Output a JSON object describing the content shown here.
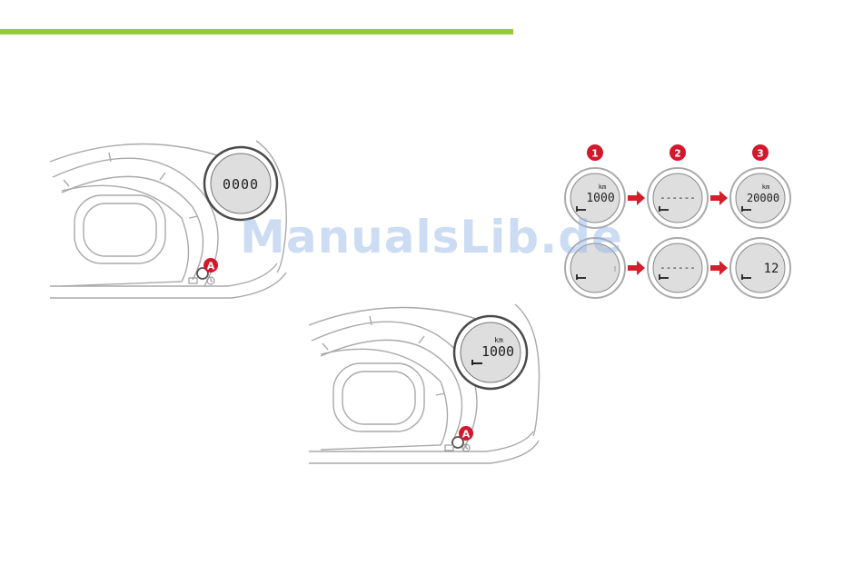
{
  "colors": {
    "accent_green": "#92cc3e",
    "marker_red": "#d3182c",
    "line_grey": "#a9a9a9",
    "lcd_grey": "#dedede",
    "arrow_red": "#d11f2c",
    "watermark_blue": "#8fb2e6"
  },
  "watermark": "ManualsLib.de",
  "figure1": {
    "marker": "A",
    "display": "0000",
    "button_icon": "clock-reset-icon"
  },
  "figure2": {
    "marker": "A",
    "unit": "km",
    "value": "1000",
    "icon": "wrench-icon",
    "button_icon": "clock-reset-icon"
  },
  "sequence": {
    "steps": [
      "1",
      "2",
      "3"
    ],
    "row1": {
      "unit": "km",
      "values": [
        "1000",
        "------",
        "20000"
      ],
      "units_shown": [
        true,
        false,
        true
      ]
    },
    "row2": {
      "values": [
        "",
        "------",
        "12"
      ]
    },
    "arrow_icon": "arrow-right-icon"
  }
}
